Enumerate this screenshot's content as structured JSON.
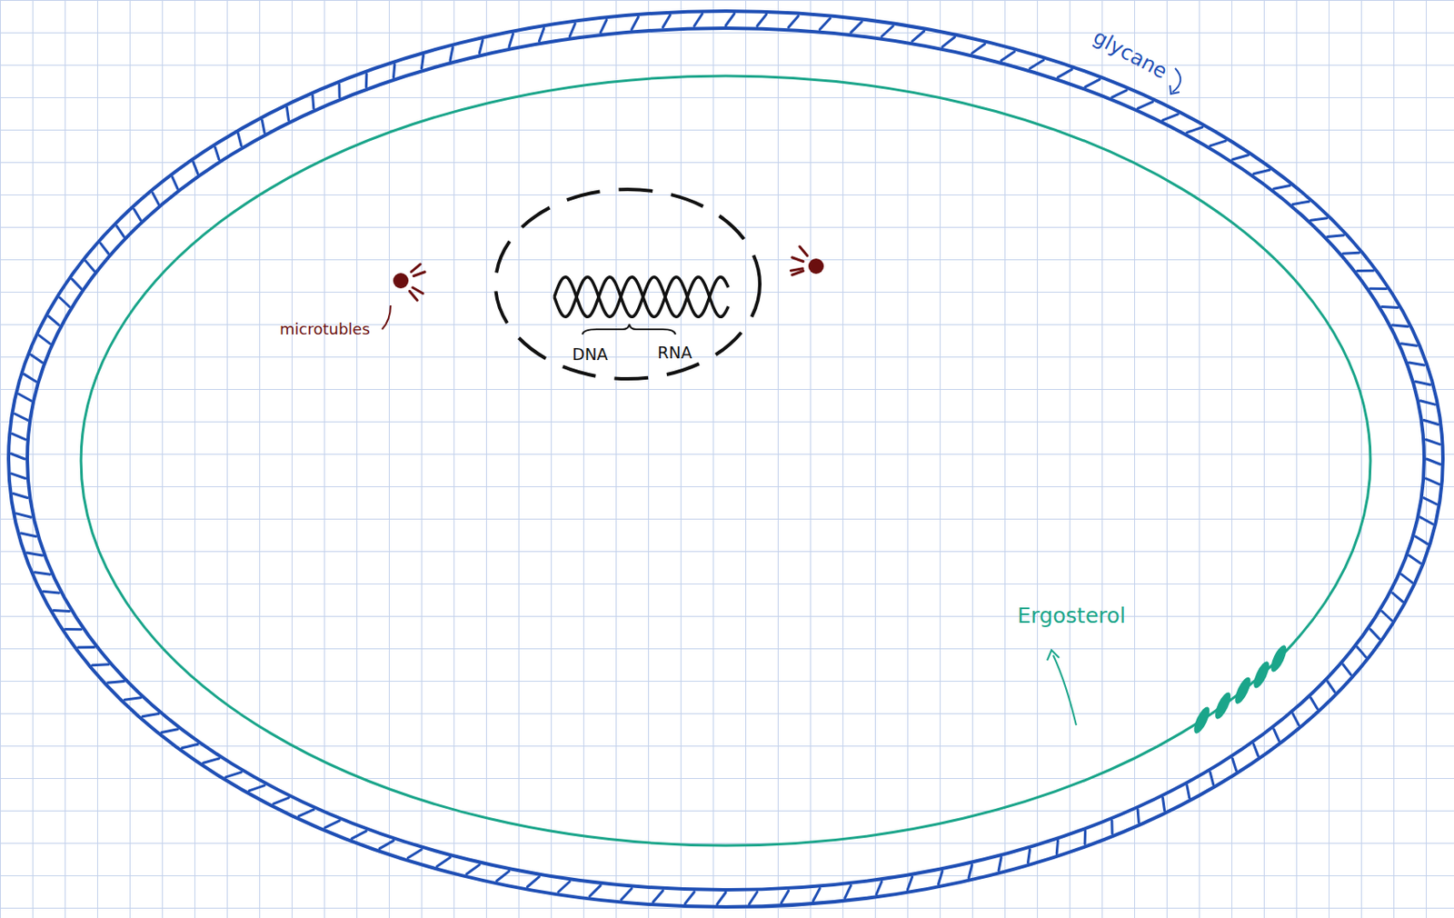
{
  "diagram": {
    "nodes": [
      {
        "text": [
          "DNA",
          "RNA"
        ]
      }
    ],
    "labels": [
      "glycane",
      "microtubles",
      "Ergosterol"
    ]
  }
}
